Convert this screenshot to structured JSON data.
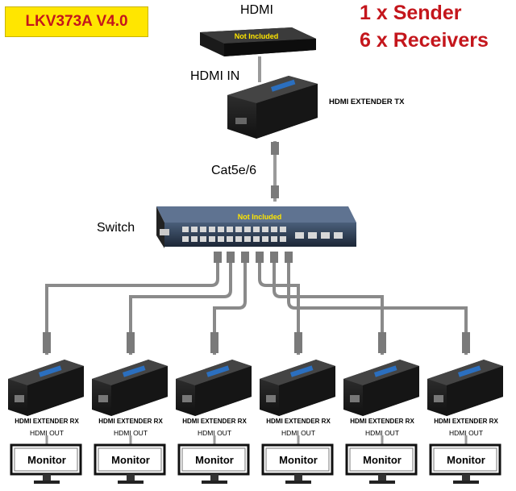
{
  "model_badge": "LKV373A V4.0",
  "title_line1": "1 x Sender",
  "title_line2": "6 x Receivers",
  "source": {
    "label": "HDMI",
    "note": "Not Included"
  },
  "hdmi_in_label": "HDMI IN",
  "tx": {
    "label": "HDMI EXTENDER TX"
  },
  "cable_label": "Cat5e/6",
  "switch": {
    "label": "Switch",
    "note": "Not Included"
  },
  "receivers": [
    {
      "label": "HDMI EXTENDER RX",
      "out": "HDMI OUT",
      "monitor": "Monitor"
    },
    {
      "label": "HDMI EXTENDER RX",
      "out": "HDMI OUT",
      "monitor": "Monitor"
    },
    {
      "label": "HDMI EXTENDER RX",
      "out": "HDMI OUT",
      "monitor": "Monitor"
    },
    {
      "label": "HDMI EXTENDER RX",
      "out": "HDMI OUT",
      "monitor": "Monitor"
    },
    {
      "label": "HDMI EXTENDER RX",
      "out": "HDMI OUT",
      "monitor": "Monitor"
    },
    {
      "label": "HDMI EXTENDER RX",
      "out": "HDMI OUT",
      "monitor": "Monitor"
    }
  ],
  "colors": {
    "badge_bg": "#ffe600",
    "accent_red": "#c4161c",
    "cable": "#8a8a8a",
    "device": "#1b1b1b"
  }
}
